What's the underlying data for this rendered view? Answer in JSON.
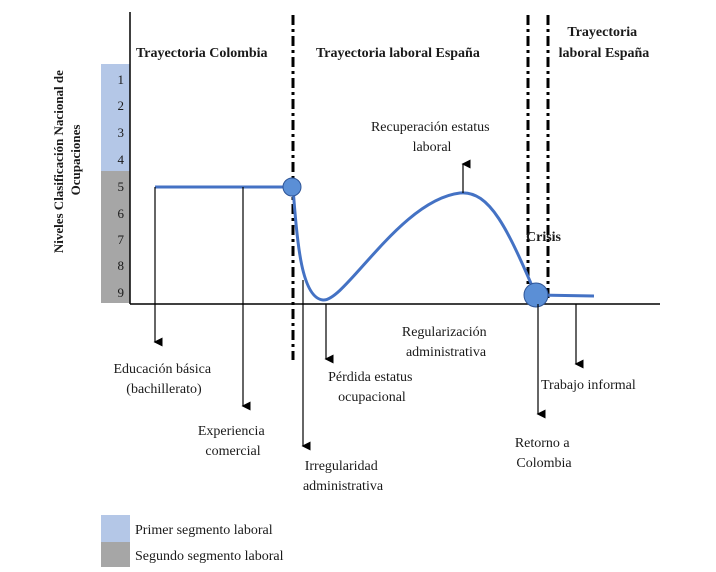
{
  "y_axis_title": [
    "Niveles Clasificación Nacional de",
    "Ocupaciones"
  ],
  "levels": [
    "1",
    "2",
    "3",
    "4",
    "5",
    "6",
    "7",
    "8",
    "9"
  ],
  "headers": {
    "colombia": [
      "Trayectoria Colombia"
    ],
    "espana": [
      "Trayectoria laboral España"
    ],
    "espana2": [
      "Trayectoria",
      "laboral España"
    ]
  },
  "crisis": "Crisis",
  "labels": {
    "recuperacion": [
      "Recuperación estatus",
      "laboral"
    ],
    "regularizacion": [
      "Regularización",
      "administrativa"
    ],
    "educacion": [
      "Educación básica",
      "(bachillerato)"
    ],
    "perdida": [
      "Pérdida estatus",
      "ocupacional"
    ],
    "experiencia": [
      "Experiencia",
      "comercial"
    ],
    "irregularidad": [
      "Irregularidad",
      "administrativa"
    ],
    "retorno": [
      "Retorno a",
      "Colombia"
    ],
    "trabajo": [
      "Trabajo informal"
    ]
  },
  "legend": [
    "Primer segmento laboral",
    "Segundo segmento laboral"
  ],
  "colors": {
    "segment1": "#b4c7e7",
    "segment2": "#a6a6a6",
    "curve": "#4472c4",
    "node": "#5b8fd6",
    "ink": "#000000"
  }
}
